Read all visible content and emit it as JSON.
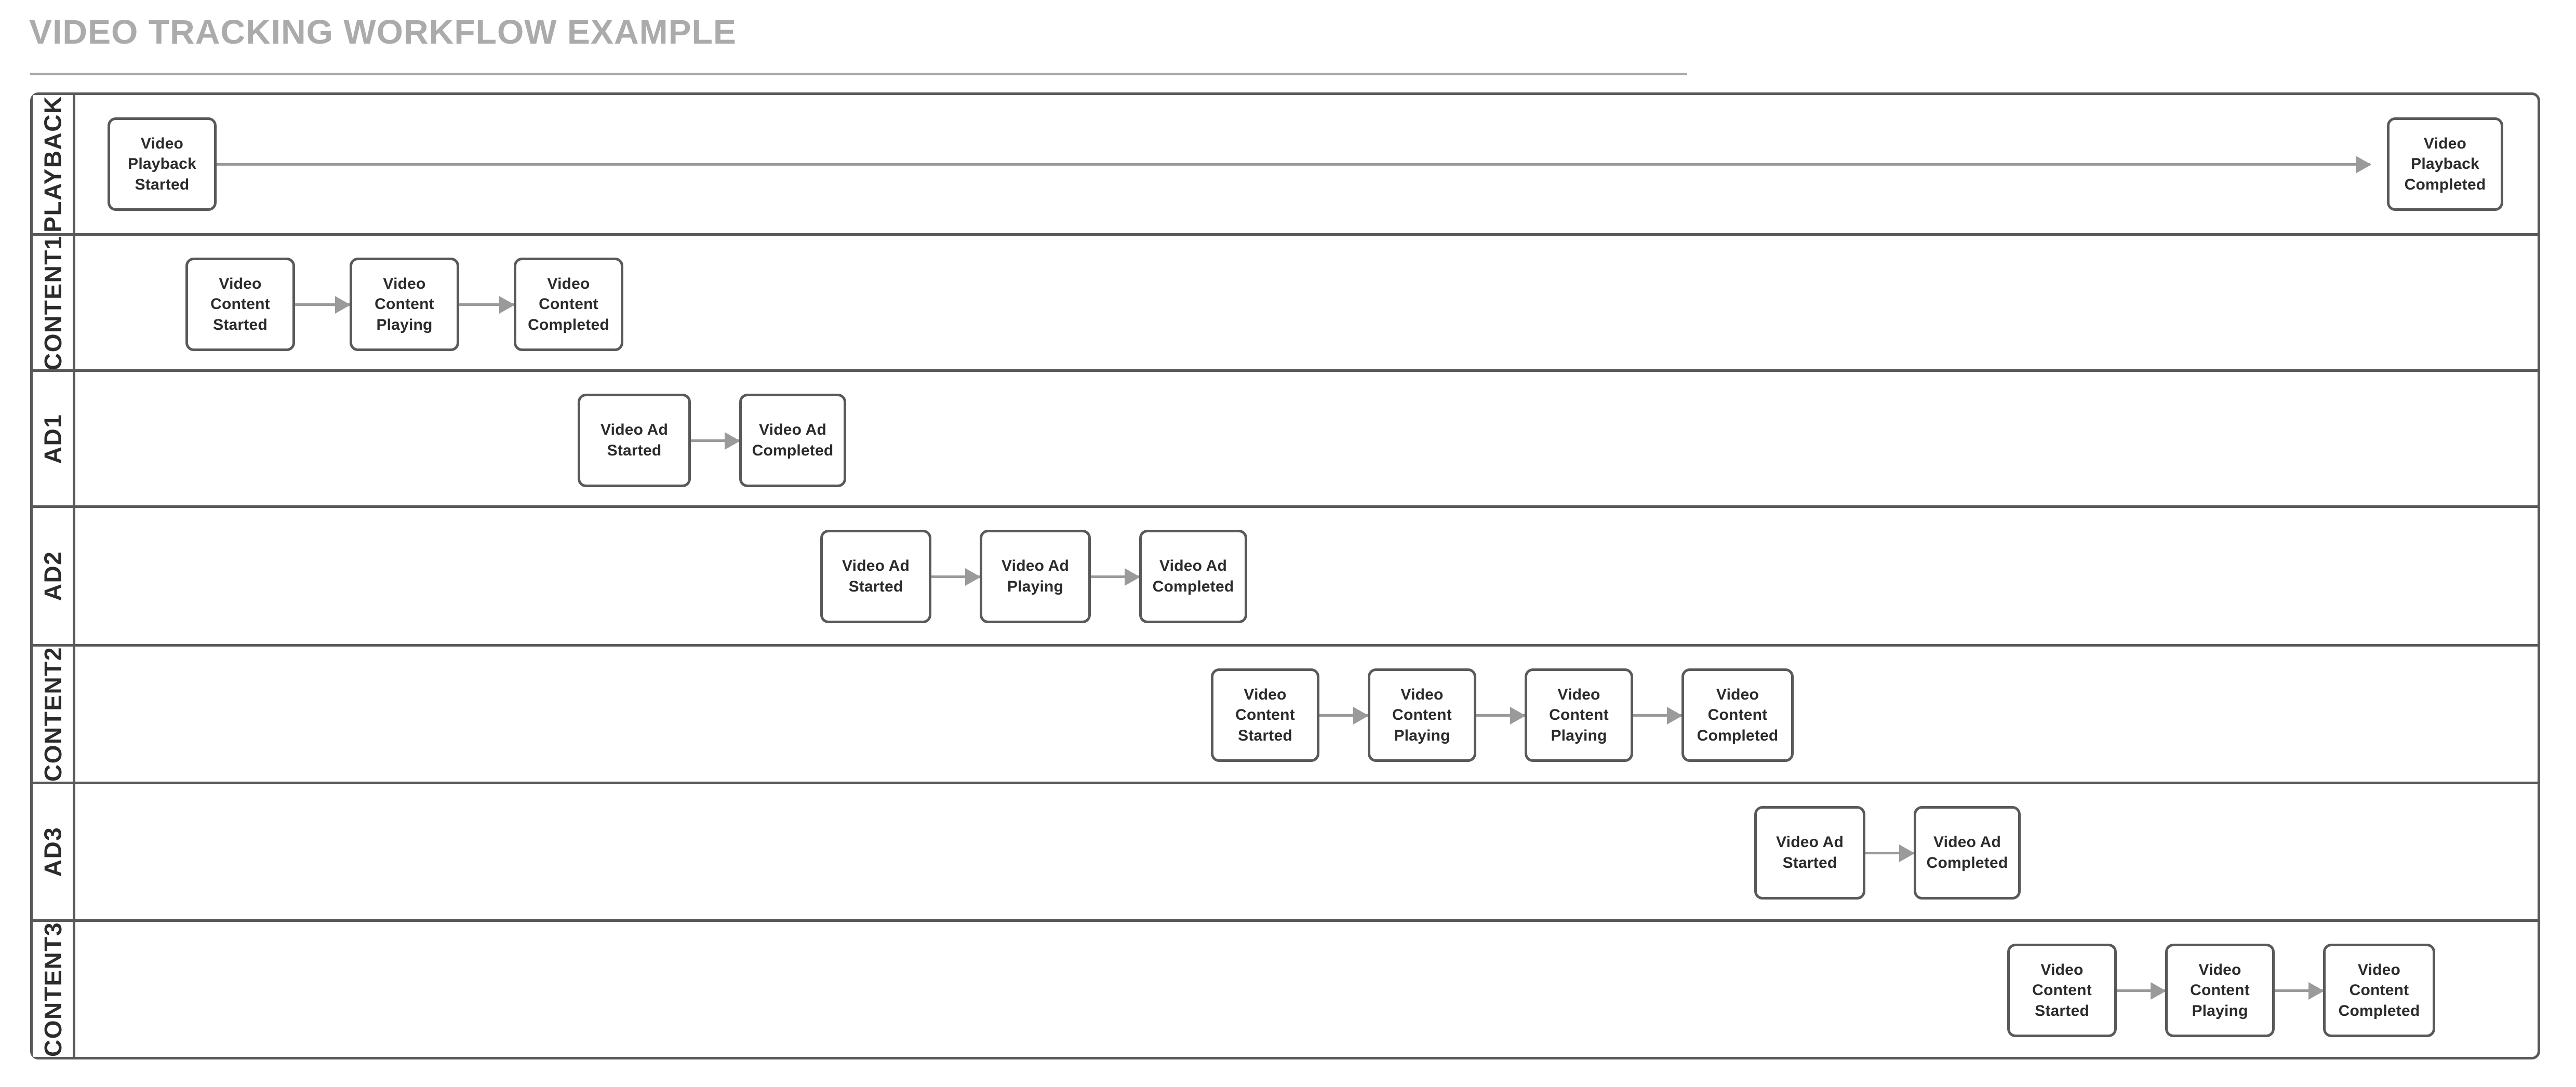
{
  "title": "VIDEO TRACKING WORKFLOW EXAMPLE",
  "diagram": {
    "type": "swimlane-flowchart",
    "node_border_color": "#595959",
    "connector_color": "#9a9a9a",
    "title_color": "#ababab",
    "lanes": [
      {
        "label": "PLAYBACK",
        "nodes": [
          {
            "label_line1": "Video Playback",
            "label_line2": "Started"
          },
          {
            "label_line1": "Video Playback",
            "label_line2": "Completed"
          }
        ],
        "connectors": 1
      },
      {
        "label": "CONTENT1",
        "nodes": [
          {
            "label_line1": "Video Content",
            "label_line2": "Started"
          },
          {
            "label_line1": "Video Content",
            "label_line2": "Playing"
          },
          {
            "label_line1": "Video Content",
            "label_line2": "Completed"
          }
        ],
        "connectors": 2
      },
      {
        "label": "AD1",
        "nodes": [
          {
            "label_line1": "Video Ad Started",
            "label_line2": ""
          },
          {
            "label_line1": "Video Ad",
            "label_line2": "Completed"
          }
        ],
        "connectors": 1
      },
      {
        "label": "AD2",
        "nodes": [
          {
            "label_line1": "Video Ad Started",
            "label_line2": ""
          },
          {
            "label_line1": "Video Ad Playing",
            "label_line2": ""
          },
          {
            "label_line1": "Video Ad",
            "label_line2": "Completed"
          }
        ],
        "connectors": 2
      },
      {
        "label": "CONTENT2",
        "nodes": [
          {
            "label_line1": "Video Content",
            "label_line2": "Started"
          },
          {
            "label_line1": "Video Content",
            "label_line2": "Playing"
          },
          {
            "label_line1": "Video Content",
            "label_line2": "Playing"
          },
          {
            "label_line1": "Video Content",
            "label_line2": "Completed"
          }
        ],
        "connectors": 3
      },
      {
        "label": "AD3",
        "nodes": [
          {
            "label_line1": "Video Ad Started",
            "label_line2": ""
          },
          {
            "label_line1": "Video Ad",
            "label_line2": "Completed"
          }
        ],
        "connectors": 1
      },
      {
        "label": "CONTENT3",
        "nodes": [
          {
            "label_line1": "Video Content",
            "label_line2": "Started"
          },
          {
            "label_line1": "Video Content",
            "label_line2": "Playing"
          },
          {
            "label_line1": "Video Content",
            "label_line2": "Completed"
          }
        ],
        "connectors": 2
      }
    ]
  }
}
